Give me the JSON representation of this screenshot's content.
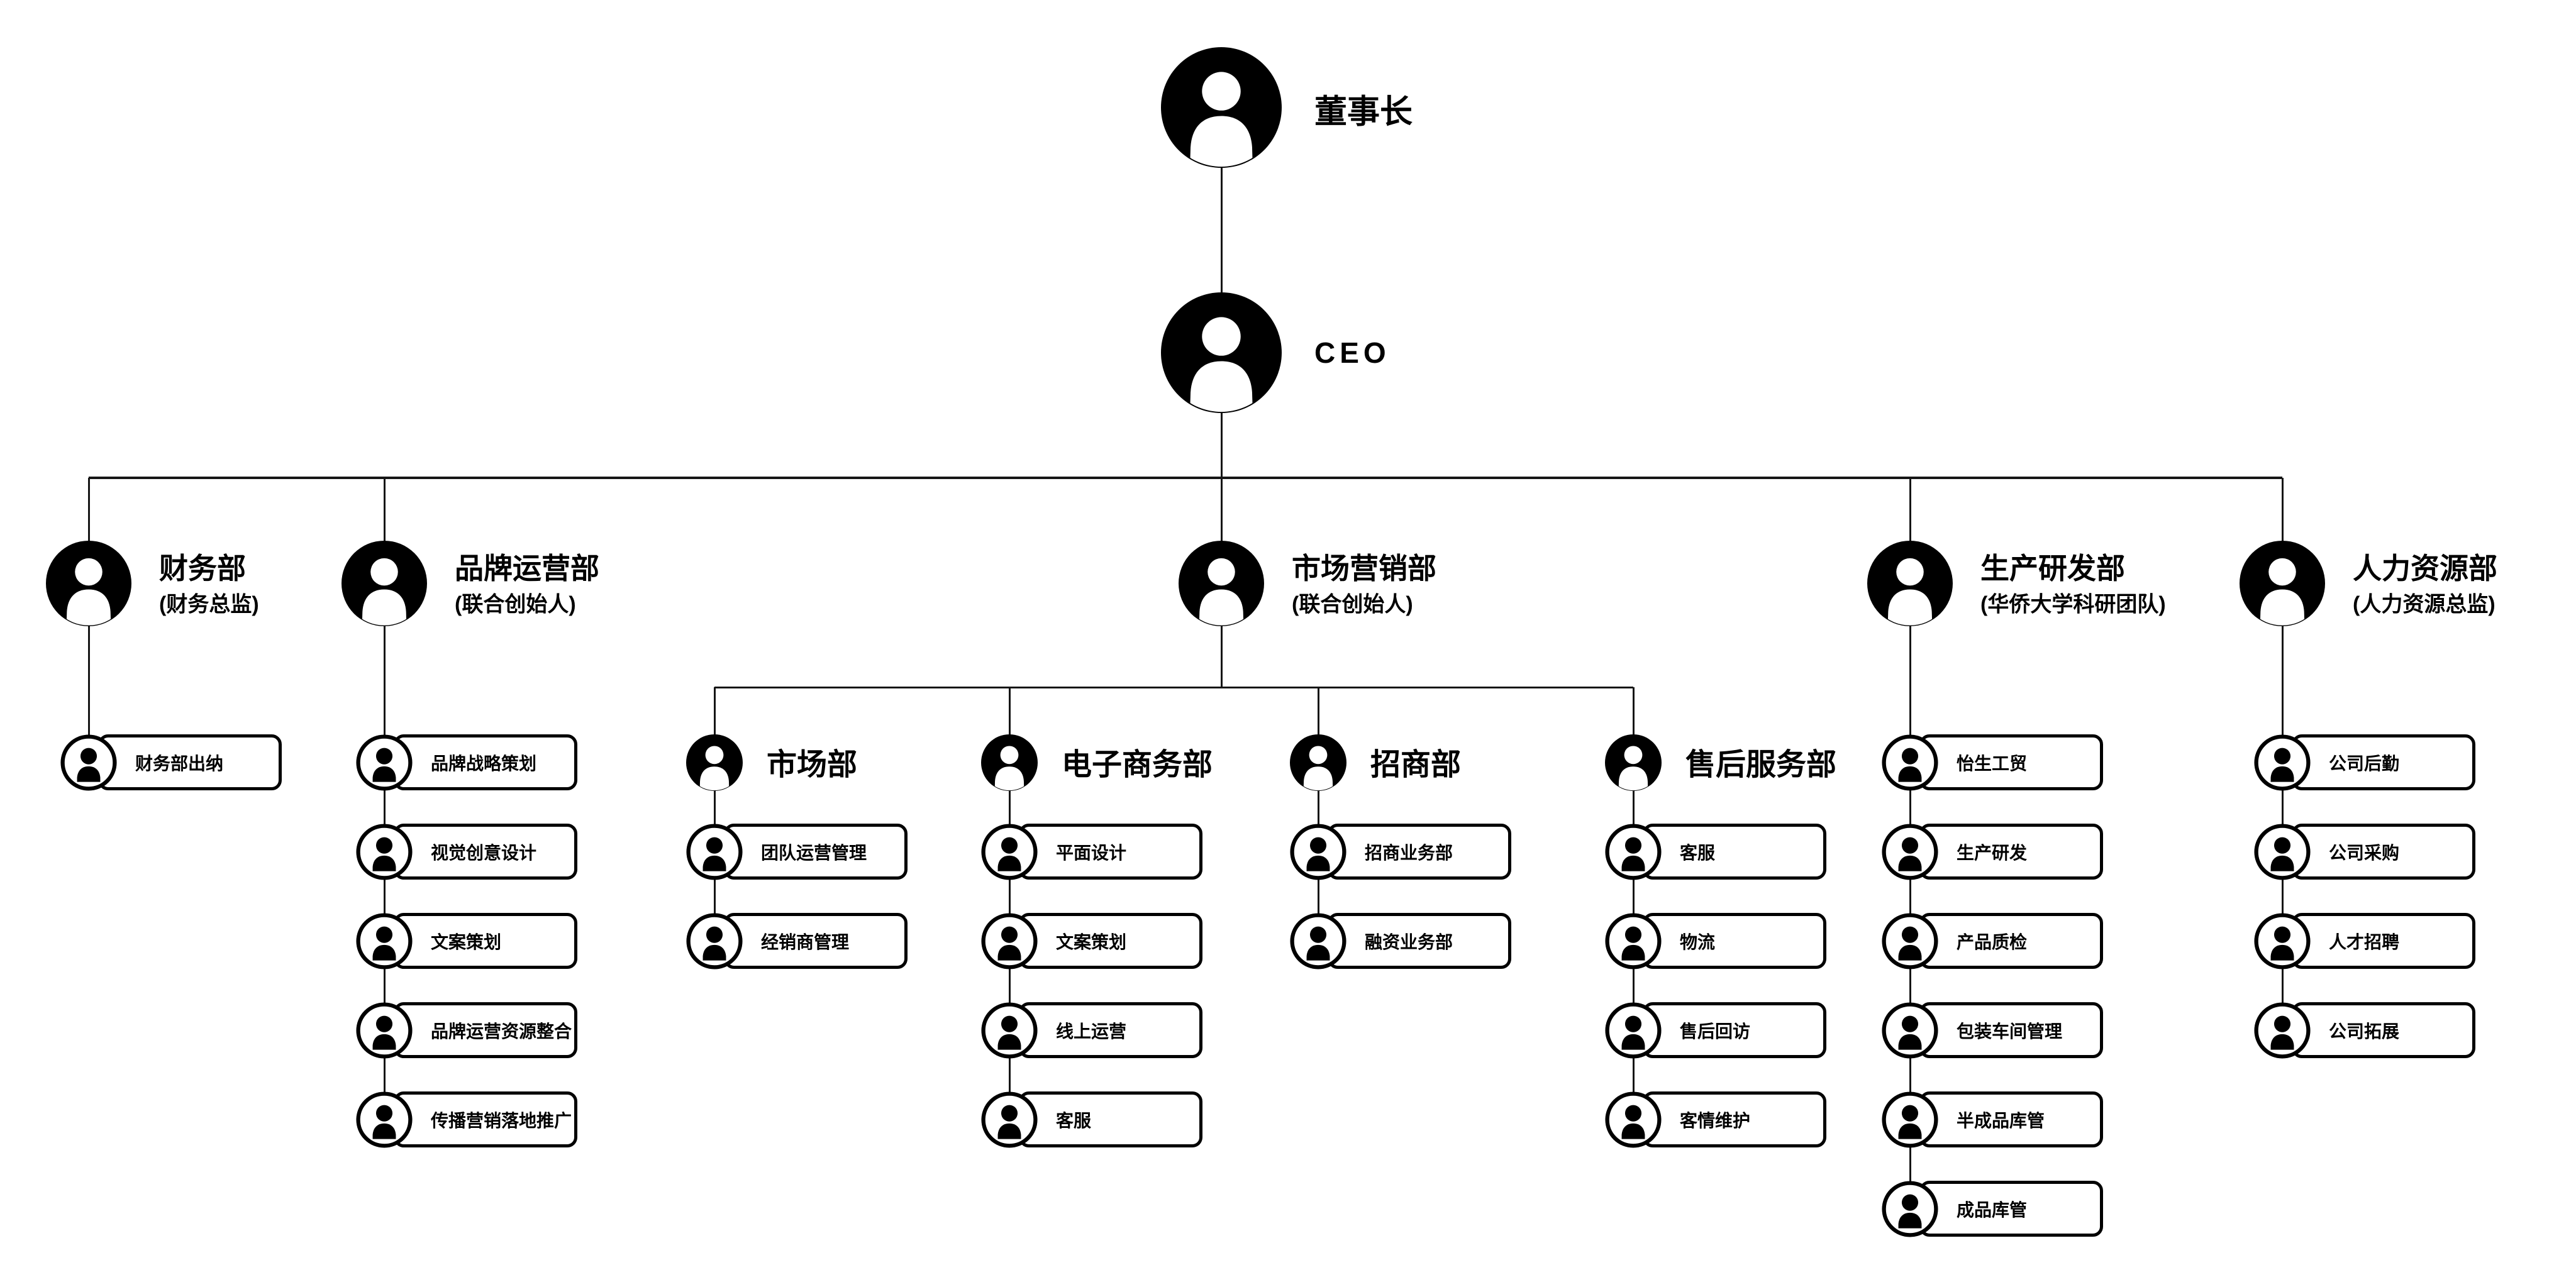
{
  "colors": {
    "ink": "#000000",
    "line": "#161616",
    "background": "#ffffff"
  },
  "org": {
    "id": "chairman",
    "label": "董事长",
    "reports": [
      {
        "id": "ceo",
        "label": "CEO",
        "departments": [
          {
            "id": "finance",
            "label": "财务部",
            "sublabel": "(财务总监)",
            "members": [
              "财务部出纳"
            ]
          },
          {
            "id": "brand",
            "label": "品牌运营部",
            "sublabel": "(联合创始人)",
            "members": [
              "品牌战略策划",
              "视觉创意设计",
              "文案策划",
              "品牌运营资源整合",
              "传播营销落地推广"
            ]
          },
          {
            "id": "marketing",
            "label": "市场营销部",
            "sublabel": "(联合创始人)",
            "sections": [
              {
                "id": "market",
                "label": "市场部",
                "members": [
                  "团队运营管理",
                  "经销商管理"
                ]
              },
              {
                "id": "ecommerce",
                "label": "电子商务部",
                "members": [
                  "平面设计",
                  "文案策划",
                  "线上运营",
                  "客服"
                ]
              },
              {
                "id": "investment",
                "label": "招商部",
                "members": [
                  "招商业务部",
                  "融资业务部"
                ]
              },
              {
                "id": "aftersales",
                "label": "售后服务部",
                "members": [
                  "客服",
                  "物流",
                  "售后回访",
                  "客情维护"
                ]
              }
            ]
          },
          {
            "id": "production",
            "label": "生产研发部",
            "sublabel": "(华侨大学科研团队)",
            "members": [
              "怡生工贸",
              "生产研发",
              "产品质检",
              "包装车间管理",
              "半成品库管",
              "成品库管"
            ]
          },
          {
            "id": "hr",
            "label": "人力资源部",
            "sublabel": "(人力资源总监)",
            "members": [
              "公司后勤",
              "公司采购",
              "人才招聘",
              "公司拓展"
            ]
          }
        ]
      }
    ]
  }
}
